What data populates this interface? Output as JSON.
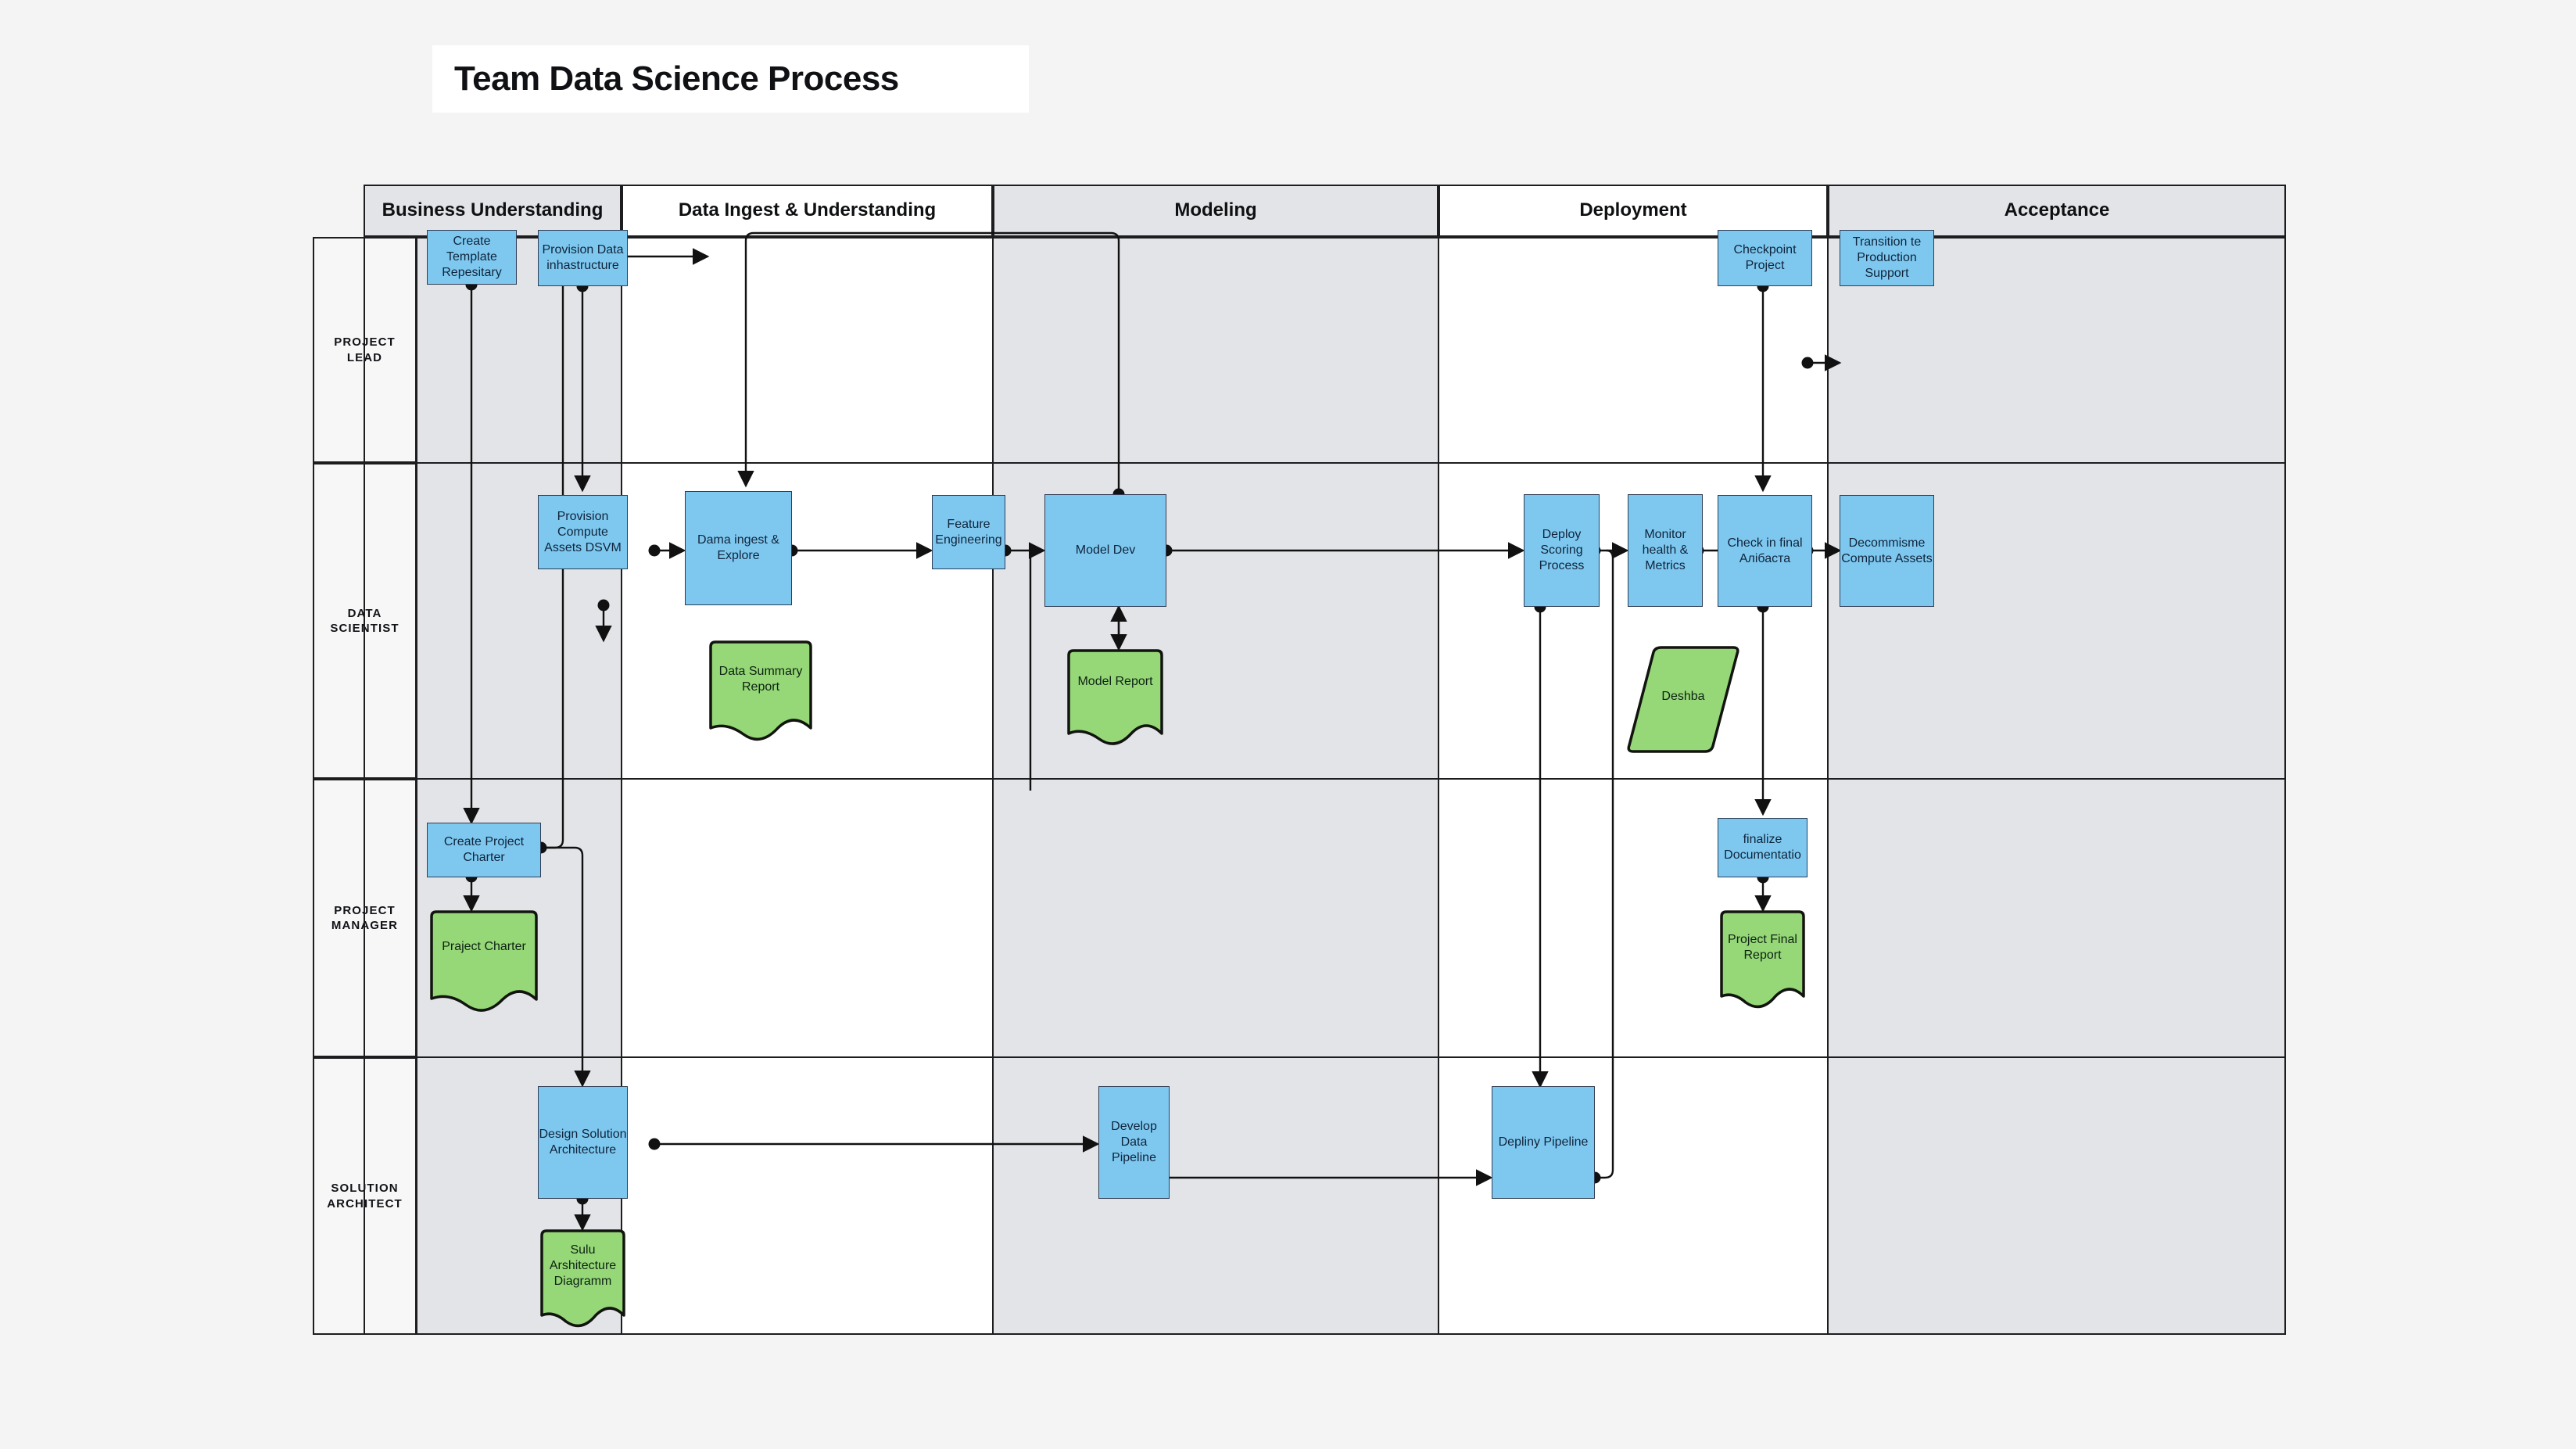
{
  "title": "Team Data Science Process",
  "colors": {
    "process_fill": "#7ec8f0",
    "process_stroke": "#2f3d55",
    "artifact_fill": "#96d777",
    "artifact_stroke": "#12140f",
    "lane_shade": "#e2e4e7",
    "lane_plain": "#ffffff",
    "grid_stroke": "#1d1d1f",
    "canvas_bg": "#f4f4f5"
  },
  "columns": [
    {
      "label": "Business Understanding",
      "shaded": true
    },
    {
      "label": "Data Ingest & Understanding",
      "shaded": false
    },
    {
      "label": "Modeling",
      "shaded": true
    },
    {
      "label": "Deployment",
      "shaded": false
    },
    {
      "label": "Acceptance",
      "shaded": true
    }
  ],
  "rows": [
    {
      "label": "PROJECT LEAD"
    },
    {
      "label": "DATA SCIENTIST"
    },
    {
      "label": "PROJECT MANAGER"
    },
    {
      "label": "SOLUTION ARCHITECT"
    }
  ],
  "nodes": [
    {
      "id": "create-template-repository",
      "label": "Create Template Repesitary",
      "shape": "process",
      "column": "Business Understanding",
      "row": "PROJECT LEAD"
    },
    {
      "id": "provision-data-infrastructure",
      "label": "Provision Data inhastructure",
      "shape": "process",
      "column": "Data Ingest & Understanding",
      "row": "PROJECT LEAD"
    },
    {
      "id": "checkpoint-project",
      "label": "Checkpoint Project",
      "shape": "process",
      "column": "Acceptance",
      "row": "PROJECT LEAD"
    },
    {
      "id": "transition-to-production-support",
      "label": "Transition te Production Support",
      "shape": "process",
      "column": "Acceptance",
      "row": "PROJECT LEAD"
    },
    {
      "id": "provision-compute-assets-dsvm",
      "label": "Provision Compute Assets DSVM",
      "shape": "process",
      "column": "Data Ingest & Understanding",
      "row": "DATA SCIENTIST"
    },
    {
      "id": "data-ingest-and-explore",
      "label": "Dama ingest & Explore",
      "shape": "process",
      "column": "Data Ingest & Understanding",
      "row": "DATA SCIENTIST"
    },
    {
      "id": "feature-engineering",
      "label": "Feature Engineering",
      "shape": "process",
      "column": "Modeling",
      "row": "DATA SCIENTIST"
    },
    {
      "id": "model-dev",
      "label": "Model Dev",
      "shape": "process",
      "column": "Modeling",
      "row": "DATA SCIENTIST"
    },
    {
      "id": "deploy-scoring-process",
      "label": "Deploy Scoring Process",
      "shape": "process",
      "column": "Deployment",
      "row": "DATA SCIENTIST"
    },
    {
      "id": "monitor-health-and-metrics",
      "label": "Monitor health & Metrics",
      "shape": "process",
      "column": "Deployment",
      "row": "DATA SCIENTIST"
    },
    {
      "id": "check-in-final",
      "label": "Check in final Алібаста",
      "shape": "process",
      "column": "Acceptance",
      "row": "DATA SCIENTIST"
    },
    {
      "id": "decommission-compute-assets",
      "label": "Decommisme Compute Assets",
      "shape": "process",
      "column": "Acceptance",
      "row": "DATA SCIENTIST"
    },
    {
      "id": "data-summary-report",
      "label": "Data Summary Report",
      "shape": "document",
      "column": "Data Ingest & Understanding",
      "row": "DATA SCIENTIST"
    },
    {
      "id": "model-report",
      "label": "Model Report",
      "shape": "document",
      "column": "Modeling",
      "row": "DATA SCIENTIST"
    },
    {
      "id": "dashboard",
      "label": "Deshba",
      "shape": "parallelogram",
      "column": "Deployment",
      "row": "DATA SCIENTIST"
    },
    {
      "id": "create-project-charter",
      "label": "Create Project Charter",
      "shape": "process",
      "column": "Business Understanding",
      "row": "PROJECT MANAGER"
    },
    {
      "id": "project-charter",
      "label": "Praject Charter",
      "shape": "document",
      "column": "Business Understanding",
      "row": "PROJECT MANAGER"
    },
    {
      "id": "finalize-documentation",
      "label": "finalize Documentatio",
      "shape": "process",
      "column": "Acceptance",
      "row": "PROJECT MANAGER"
    },
    {
      "id": "project-final-report",
      "label": "Project Final Report",
      "shape": "document",
      "column": "Acceptance",
      "row": "PROJECT MANAGER"
    },
    {
      "id": "design-solution-architecture",
      "label": "Design Solution Architecture",
      "shape": "process",
      "column": "Data Ingest & Understanding",
      "row": "SOLUTION ARCHITECT"
    },
    {
      "id": "solution-architecture-diagram",
      "label": "Sulu Arshitecture Diagramm",
      "shape": "document",
      "column": "Data Ingest & Understanding",
      "row": "SOLUTION ARCHITECT"
    },
    {
      "id": "develop-data-pipeline",
      "label": "Develop Data Pipeline",
      "shape": "process",
      "column": "Modeling",
      "row": "SOLUTION ARCHITECT"
    },
    {
      "id": "deploy-pipeline",
      "label": "Depliny Pipeline",
      "shape": "process",
      "column": "Deployment",
      "row": "SOLUTION ARCHITECT"
    }
  ],
  "edges": [
    {
      "from": "create-template-repository",
      "to": "create-project-charter"
    },
    {
      "from": "create-project-charter",
      "to": "provision-data-infrastructure"
    },
    {
      "from": "provision-data-infrastructure",
      "to": "provision-compute-assets-dsvm"
    },
    {
      "from": "provision-compute-assets-dsvm",
      "to": "data-ingest-and-explore"
    },
    {
      "from": "data-ingest-and-explore",
      "to": "data-summary-report"
    },
    {
      "from": "data-ingest-and-explore",
      "to": "feature-engineering"
    },
    {
      "from": "feature-engineering",
      "to": "model-dev"
    },
    {
      "from": "model-dev",
      "to": "model-report",
      "bidirectional": true
    },
    {
      "from": "model-dev",
      "to": "data-ingest-and-explore",
      "note": "feedback loop"
    },
    {
      "from": "model-dev",
      "to": "deploy-scoring-process"
    },
    {
      "from": "deploy-scoring-process",
      "to": "monitor-health-and-metrics"
    },
    {
      "from": "monitor-health-and-metrics",
      "to": "dashboard"
    },
    {
      "from": "deploy-scoring-process",
      "to": "deploy-pipeline"
    },
    {
      "from": "monitor-health-and-metrics",
      "to": "check-in-final"
    },
    {
      "from": "checkpoint-project",
      "to": "transition-to-production-support"
    },
    {
      "from": "checkpoint-project",
      "to": "check-in-final"
    },
    {
      "from": "check-in-final",
      "to": "decommission-compute-assets"
    },
    {
      "from": "check-in-final",
      "to": "finalize-documentation"
    },
    {
      "from": "finalize-documentation",
      "to": "project-final-report"
    },
    {
      "from": "create-project-charter",
      "to": "project-charter"
    },
    {
      "from": "create-project-charter",
      "to": "design-solution-architecture"
    },
    {
      "from": "design-solution-architecture",
      "to": "solution-architecture-diagram"
    },
    {
      "from": "design-solution-architecture",
      "to": "develop-data-pipeline"
    },
    {
      "from": "develop-data-pipeline",
      "to": "deploy-pipeline"
    }
  ]
}
